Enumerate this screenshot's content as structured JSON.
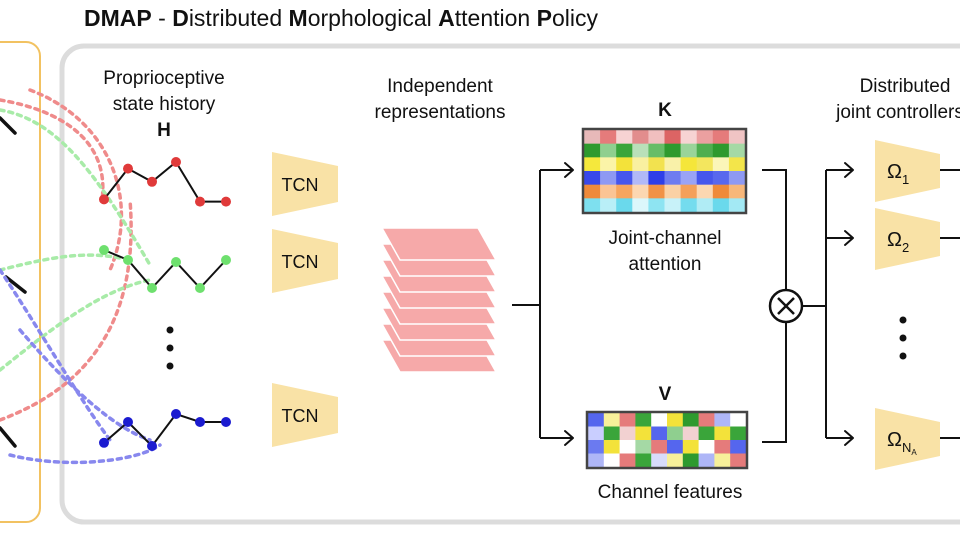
{
  "title": {
    "acronym": "DMAP",
    "separator": " - ",
    "words": [
      {
        "initial": "D",
        "rest": "istributed "
      },
      {
        "initial": "M",
        "rest": "orphological "
      },
      {
        "initial": "A",
        "rest": "ttention "
      },
      {
        "initial": "P",
        "rest": "olicy"
      }
    ]
  },
  "history": {
    "label_line1": "Proprioceptive",
    "label_line2": "state history",
    "symbol": "H",
    "series": [
      {
        "color": "#e03a3a",
        "values": [
          0.15,
          0.85,
          0.55,
          1.0,
          0.1,
          0.1
        ]
      },
      {
        "color": "#6ee06e",
        "values": [
          1.0,
          0.75,
          0.05,
          0.7,
          0.05,
          0.75
        ]
      },
      {
        "color": "#1b1bd0",
        "values": [
          0.1,
          0.75,
          0.0,
          1.0,
          0.75,
          0.75
        ]
      }
    ]
  },
  "encoders": [
    {
      "label": "TCN"
    },
    {
      "label": "TCN"
    },
    {
      "label": "TCN"
    }
  ],
  "representations": {
    "label_line1": "Independent",
    "label_line2": "representations",
    "layer_count": 8,
    "color": "#f6a9a9"
  },
  "keys": {
    "symbol": "K",
    "label_line1": "Joint-channel",
    "label_line2": "attention",
    "rows": [
      [
        "#e7b9b9",
        "#e57b7b",
        "#f7d3d3",
        "#e28d8d",
        "#f1bfbf",
        "#dc6464",
        "#f7d3d3",
        "#eba0a0",
        "#e57b7b",
        "#f0c4c4"
      ],
      [
        "#2e9a2e",
        "#8fcf8f",
        "#3aa53a",
        "#b9e0b9",
        "#67bd67",
        "#2e9a2e",
        "#9ad49a",
        "#4fae4f",
        "#2e9a2e",
        "#a5d9a5"
      ],
      [
        "#f5e83c",
        "#fbf4a8",
        "#f3e23a",
        "#f9f0a0",
        "#f2e24f",
        "#f9f1a9",
        "#f5e63a",
        "#f3e65e",
        "#fbf6b9",
        "#f3e54a"
      ],
      [
        "#3848ea",
        "#8e99f3",
        "#4656ec",
        "#b1b9f7",
        "#2e3ee8",
        "#6e7cf0",
        "#9aa3f5",
        "#4656ec",
        "#5868ee",
        "#8e99f3"
      ],
      [
        "#ef8a3a",
        "#fbc494",
        "#f6a55f",
        "#fcd7b1",
        "#f19246",
        "#fbd1a4",
        "#f4a05a",
        "#fcd7b1",
        "#ef8a3a",
        "#f7b77a"
      ],
      [
        "#7ee0ef",
        "#b9eff7",
        "#6ad9ec",
        "#dcf7fb",
        "#8ee4f2",
        "#c8f2f9",
        "#74dcee",
        "#b0ecf5",
        "#6ad9ec",
        "#a3e9f4"
      ]
    ]
  },
  "values": {
    "symbol": "V",
    "label": "Channel features",
    "columns": [
      [
        "#5566ee",
        "#c9ceff",
        "#6b7af0",
        "#aeb6f7"
      ],
      [
        "#f7f09a",
        "#3aa53a",
        "#f3e23a",
        "#ffffff"
      ],
      [
        "#e57b7b",
        "#f2d1d1",
        "#ffffff",
        "#e57b7b"
      ],
      [
        "#3aa53a",
        "#f3e23a",
        "#a5d9a5",
        "#3aa53a"
      ],
      [
        "#ffffff",
        "#5566ee",
        "#e57b7b",
        "#d8dcfb"
      ],
      [
        "#f3e23a",
        "#8fcf8f",
        "#5566ee",
        "#f7f09a"
      ],
      [
        "#2e9a2e",
        "#f2d1d1",
        "#f3e23a",
        "#2e9a2e"
      ],
      [
        "#e57b7b",
        "#3aa53a",
        "#ffffff",
        "#aeb6f7"
      ],
      [
        "#aeb6f7",
        "#f3e23a",
        "#e57b7b",
        "#f7f09a"
      ],
      [
        "#ffffff",
        "#3aa53a",
        "#5566ee",
        "#e57b7b"
      ]
    ]
  },
  "combine": {
    "symbol": "⊗"
  },
  "controllers": {
    "label_line1": "Distributed",
    "label_line2": "joint controllers",
    "symbol": "Ω",
    "items": [
      {
        "subscript": "1"
      },
      {
        "subscript": "2"
      },
      {
        "subscript": "N",
        "subsubscript": "A"
      }
    ]
  },
  "colors": {
    "box_border": "#dcdcdc",
    "left_panel_border": "#f2c261",
    "encoder_fill": "#f9e2a6",
    "arrow": "#111111"
  }
}
